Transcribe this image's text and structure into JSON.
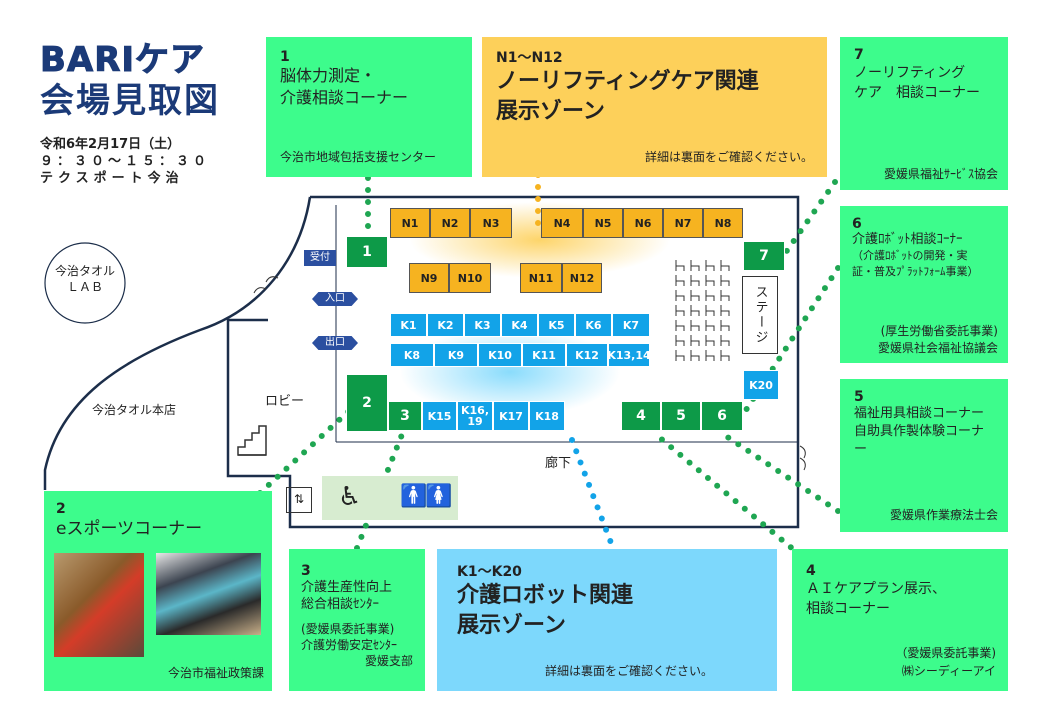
{
  "header": {
    "title_line1": "BARIケア",
    "title_line2": "会場見取図",
    "date": "令和6年2月17日（土）",
    "time": "９：３０～１５：３０",
    "venue": "テクスポート今治"
  },
  "outside_labels": {
    "towel_lab_1": "今治タオル",
    "towel_lab_2": "ＬＡＢ",
    "towel_store": "今治タオル本店",
    "lobby": "ロビー",
    "reception": "受付",
    "entrance": "入口",
    "exit": "出口",
    "corridor": "廊下",
    "stage": "ステージ"
  },
  "panels": {
    "p1": {
      "num": "1",
      "line1": "脳体力測定・",
      "line2": "介護相談コーナー",
      "org": "今治市地域包括支援センター"
    },
    "pN": {
      "num": "N1〜N12",
      "line1": "ノーリフティングケア関連",
      "line2": "展示ゾーン",
      "note": "詳細は裏面をご確認ください。"
    },
    "p7": {
      "num": "7",
      "line1": "ノーリフティング",
      "line2": "ケア　相談コーナー",
      "org": "愛媛県福祉ｻｰﾋﾞｽ協会"
    },
    "p6": {
      "num": "6",
      "line1": "介護ﾛﾎﾞｯﾄ相談ｺｰﾅｰ",
      "line2": "（介護ﾛﾎﾞｯﾄの開発・実",
      "line3": "証・普及ﾌﾟﾗｯﾄﾌｫｰﾑ事業）",
      "org1": "(厚生労働省委託事業)",
      "org2": "愛媛県社会福祉協議会"
    },
    "p5": {
      "num": "5",
      "line1": "福祉用具相談コーナー",
      "line2": "自助具作製体験コーナー",
      "org": "愛媛県作業療法士会"
    },
    "p4": {
      "num": "4",
      "line1": "ＡＩケアプラン展示、",
      "line2": "相談コーナー",
      "org1": "（愛媛県委託事業)",
      "org2": "㈱シーディーアイ"
    },
    "pK": {
      "num": "K1〜K20",
      "line1": "介護ロボット関連",
      "line2": "展示ゾーン",
      "note": "詳細は裏面をご確認ください。"
    },
    "p3": {
      "num": "3",
      "line1": "介護生産性向上",
      "line2": "総合相談ｾﾝﾀｰ",
      "org1": "(愛媛県委託事業)",
      "org2": "介護労働安定ｾﾝﾀｰ",
      "org3": "愛媛支部"
    },
    "p2": {
      "num": "2",
      "line1": "eスポーツコーナー",
      "org": "今治市福祉政策課"
    }
  },
  "booths": {
    "N": [
      "N1",
      "N2",
      "N3",
      "N4",
      "N5",
      "N6",
      "N7",
      "N8",
      "N9",
      "N10",
      "N11",
      "N12"
    ],
    "K": [
      "K1",
      "K2",
      "K3",
      "K4",
      "K5",
      "K6",
      "K7",
      "K8",
      "K9",
      "K10",
      "K11",
      "K12",
      "K13,14",
      "K15",
      "K16,19",
      "K17",
      "K18",
      "K20"
    ],
    "G": [
      "1",
      "2",
      "3",
      "4",
      "5",
      "6",
      "7"
    ]
  },
  "colors": {
    "green_panel": "#3dfc8c",
    "yellow_panel": "#fdd05a",
    "blue_panel": "#7dd8fc",
    "booth_yellow": "#f6b320",
    "booth_blue": "#12a3e8",
    "booth_green": "#0d9a48",
    "title_blue": "#1b3a78"
  },
  "icons": [
    "stairs-icon",
    "elevator-icon",
    "wheelchair-icon",
    "restroom-icon",
    "chair-icon"
  ]
}
